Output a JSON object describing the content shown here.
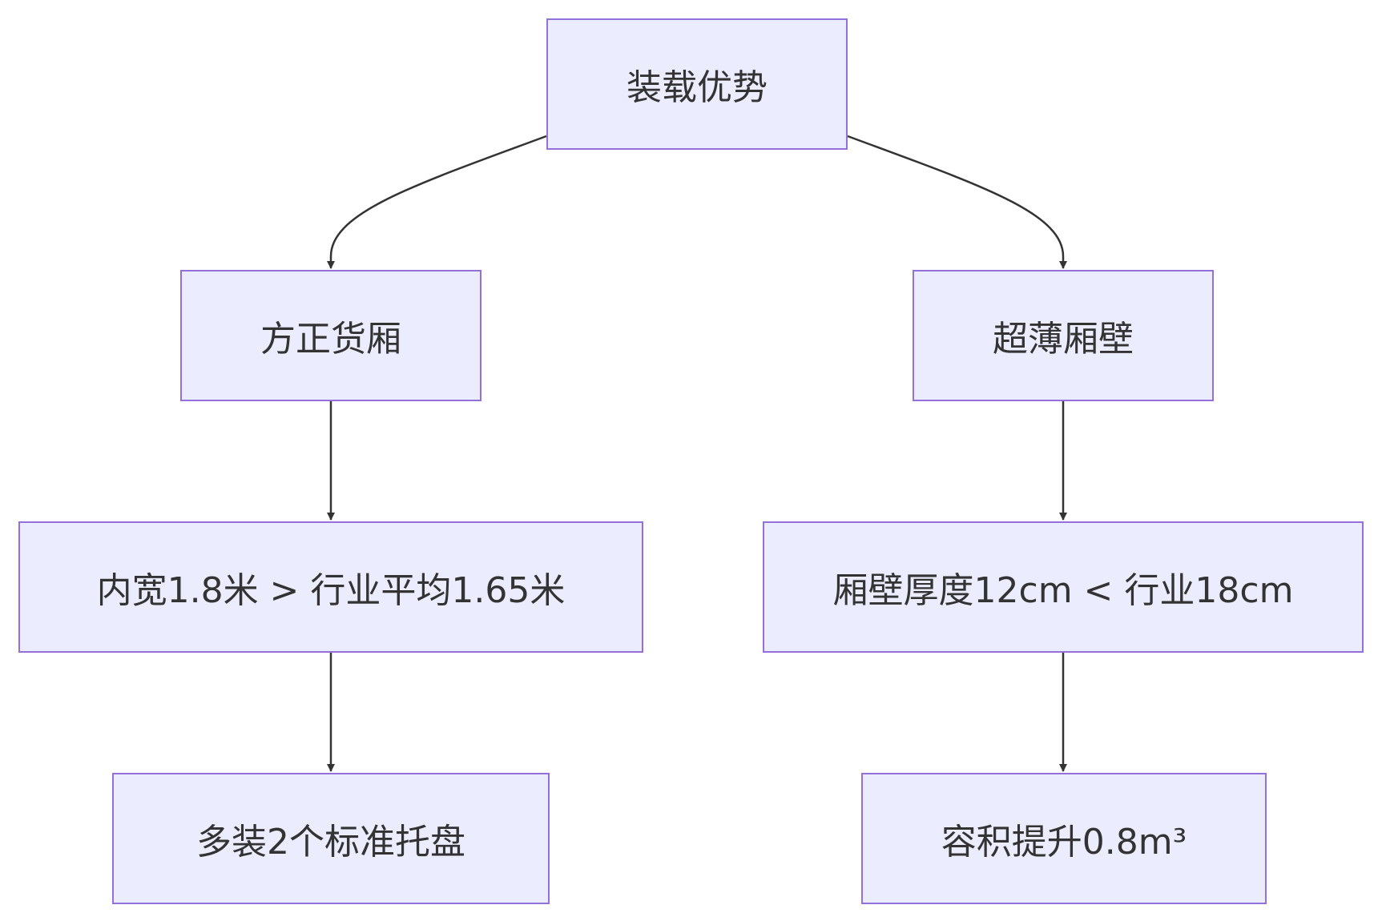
{
  "diagram": {
    "nodes": {
      "root": "装载优势",
      "box_a": "方正货厢",
      "box_b": "超薄厢壁",
      "box_c": "内宽1.8米 > 行业平均1.65米",
      "box_d": "厢壁厚度12cm < 行业18cm",
      "box_e": "多装2个标准托盘",
      "box_f": "容积提升0.8m³"
    },
    "edges": [
      {
        "from": "root",
        "to": "box_a"
      },
      {
        "from": "root",
        "to": "box_b"
      },
      {
        "from": "box_a",
        "to": "box_c"
      },
      {
        "from": "box_b",
        "to": "box_d"
      },
      {
        "from": "box_c",
        "to": "box_e"
      },
      {
        "from": "box_d",
        "to": "box_f"
      }
    ],
    "colors": {
      "node_fill": "#ececff",
      "node_border": "#9370db",
      "edge": "#333333",
      "text": "#333333"
    }
  }
}
